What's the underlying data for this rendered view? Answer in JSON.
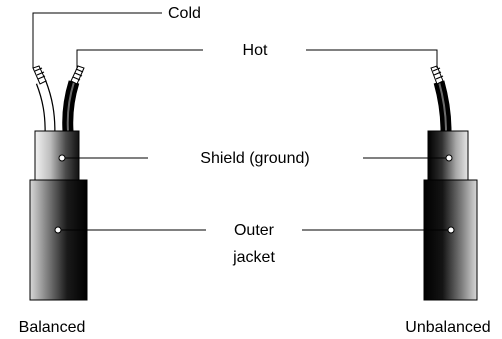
{
  "labels": {
    "cold": "Cold",
    "hot": "Hot",
    "shield": "Shield (ground)",
    "outer_line1": "Outer",
    "outer_line2": "jacket",
    "balanced": "Balanced",
    "unbalanced": "Unbalanced"
  },
  "colors": {
    "ink": "#000000",
    "background": "#ffffff"
  }
}
